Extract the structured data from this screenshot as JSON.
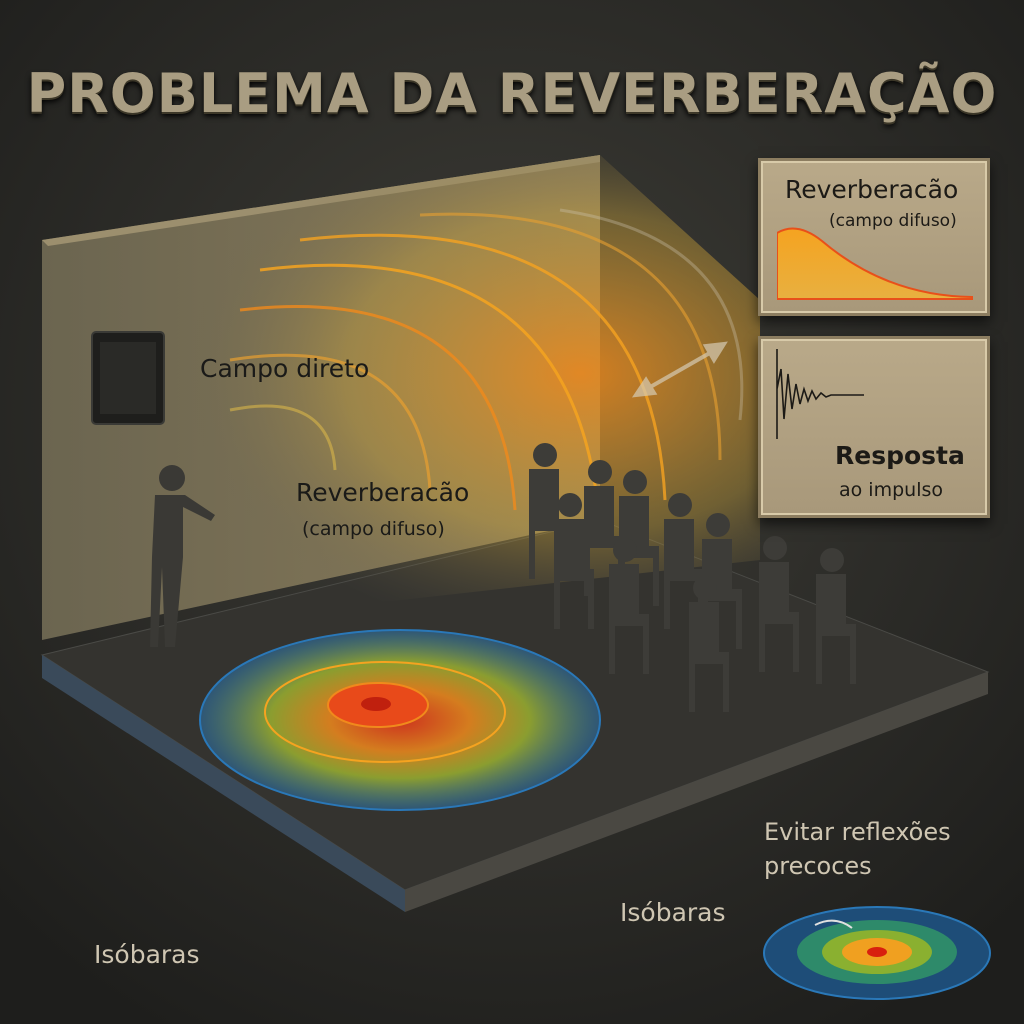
{
  "title": "PROBLEMA DA REVERBERAÇÃO",
  "scene": {
    "direct_field_label": "Campo direto",
    "reverb_label": "Reverberacão",
    "reverb_sub": "(campo difuso)"
  },
  "panel_reverb": {
    "title": "Reverberacão",
    "subtitle": "(campo difuso)"
  },
  "panel_impulse": {
    "title": "Resposta",
    "subtitle": "ao impulso"
  },
  "notes": {
    "early_reflections": "Evitar reflexões precoces",
    "isobars_right": "Isóbaras",
    "isobars_left": "Isóbaras"
  },
  "colors": {
    "hot": "#e8331a",
    "warm": "#f08a1c",
    "cool": "#2a78b8",
    "bg": "#2a2a28"
  }
}
